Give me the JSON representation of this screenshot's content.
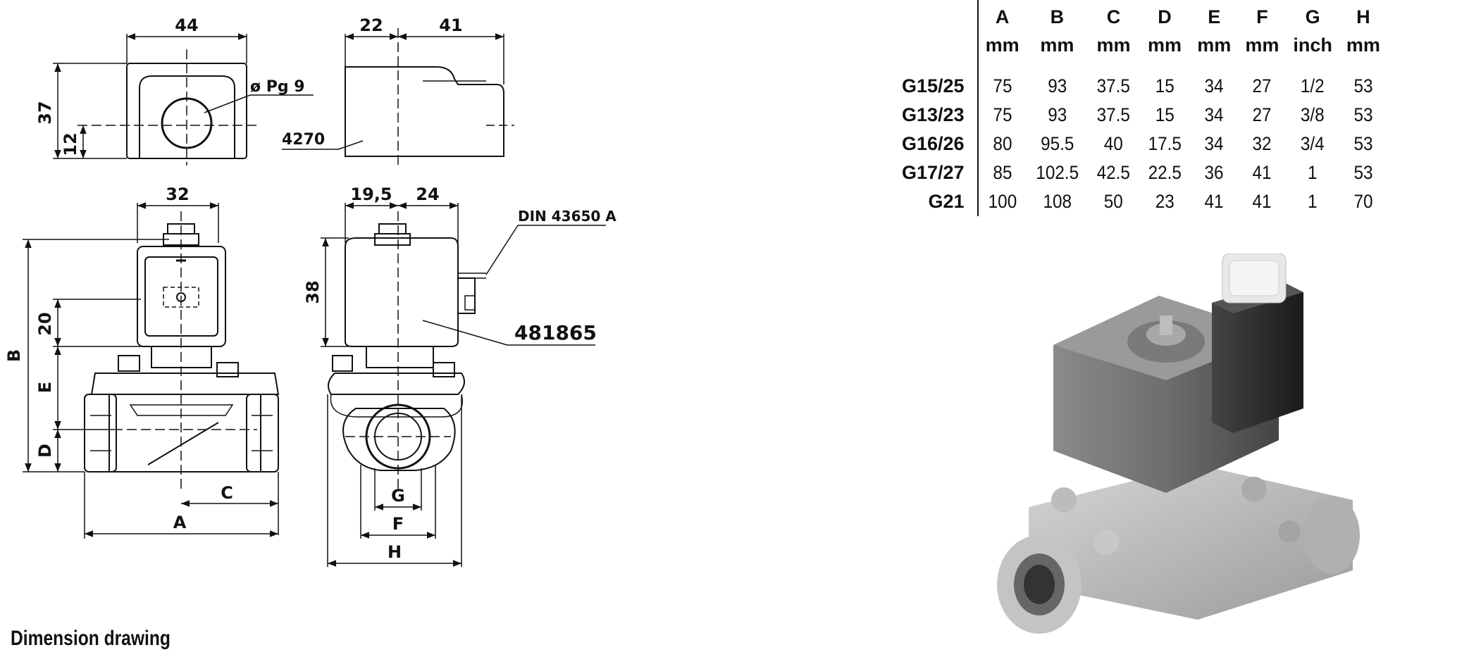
{
  "drawing": {
    "labels": {
      "d44": "44",
      "d37": "37",
      "d12": "12",
      "pg9": "ø Pg 9",
      "d22": "22",
      "d41": "41",
      "p4270": "4270",
      "d32": "32",
      "d20": "20",
      "dB": "B",
      "dE": "E",
      "dD": "D",
      "dC": "C",
      "dA": "A",
      "d195": "19,5",
      "d24": "24",
      "din": "DIN 43650 A",
      "d38": "38",
      "p481865": "481865",
      "dG": "G",
      "dF": "F",
      "dH": "H"
    }
  },
  "caption": "Dimension drawing",
  "table": {
    "columns": [
      {
        "letter": "A",
        "unit": "mm"
      },
      {
        "letter": "B",
        "unit": "mm"
      },
      {
        "letter": "C",
        "unit": "mm"
      },
      {
        "letter": "D",
        "unit": "mm"
      },
      {
        "letter": "E",
        "unit": "mm"
      },
      {
        "letter": "F",
        "unit": "mm"
      },
      {
        "letter": "G",
        "unit": "inch"
      },
      {
        "letter": "H",
        "unit": "mm"
      }
    ],
    "rows": [
      {
        "model": "G15/25",
        "values": [
          "75",
          "93",
          "37.5",
          "15",
          "34",
          "27",
          "1/2",
          "53"
        ]
      },
      {
        "model": "G13/23",
        "values": [
          "75",
          "93",
          "37.5",
          "15",
          "34",
          "27",
          "3/8",
          "53"
        ]
      },
      {
        "model": "G16/26",
        "values": [
          "80",
          "95.5",
          "40",
          "17.5",
          "34",
          "32",
          "3/4",
          "53"
        ]
      },
      {
        "model": "G17/27",
        "values": [
          "85",
          "102.5",
          "42.5",
          "22.5",
          "36",
          "41",
          "1",
          "53"
        ]
      },
      {
        "model": "G21",
        "values": [
          "100",
          "108",
          "50",
          "23",
          "41",
          "41",
          "1",
          "70"
        ]
      }
    ]
  }
}
